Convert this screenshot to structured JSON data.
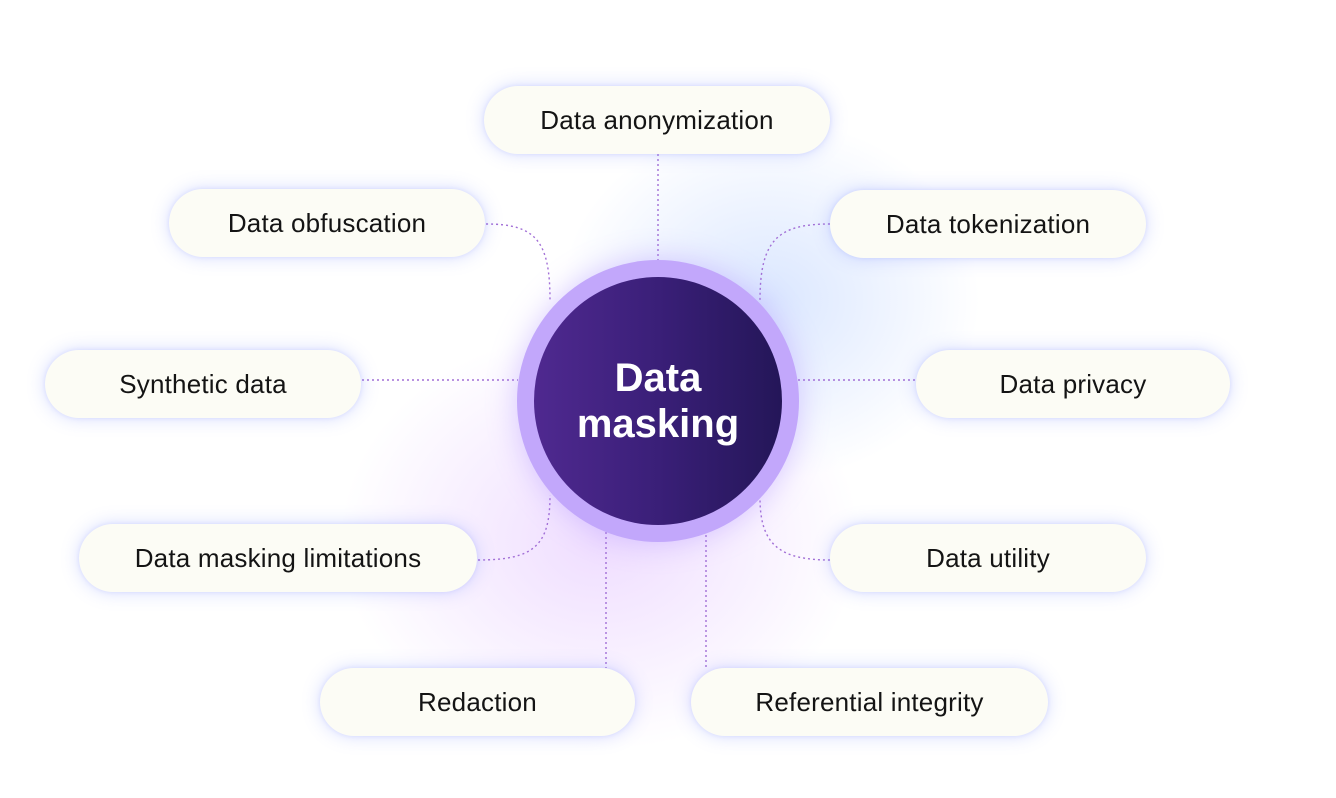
{
  "center": {
    "label": "Data masking",
    "ring_color": "#c2a7fb",
    "core_color_start": "#4f2990",
    "core_color_end": "#241658"
  },
  "nodes": {
    "anonymization": "Data anonymization",
    "obfuscation": "Data obfuscation",
    "tokenization": "Data tokenization",
    "synthetic": "Synthetic data",
    "privacy": "Data privacy",
    "limitations": "Data masking limitations",
    "utility": "Data utility",
    "redaction": "Redaction",
    "referential": "Referential integrity"
  },
  "colors": {
    "pill_background": "#fcfcf5",
    "connector": "#a26fd6",
    "text": "#141414"
  }
}
